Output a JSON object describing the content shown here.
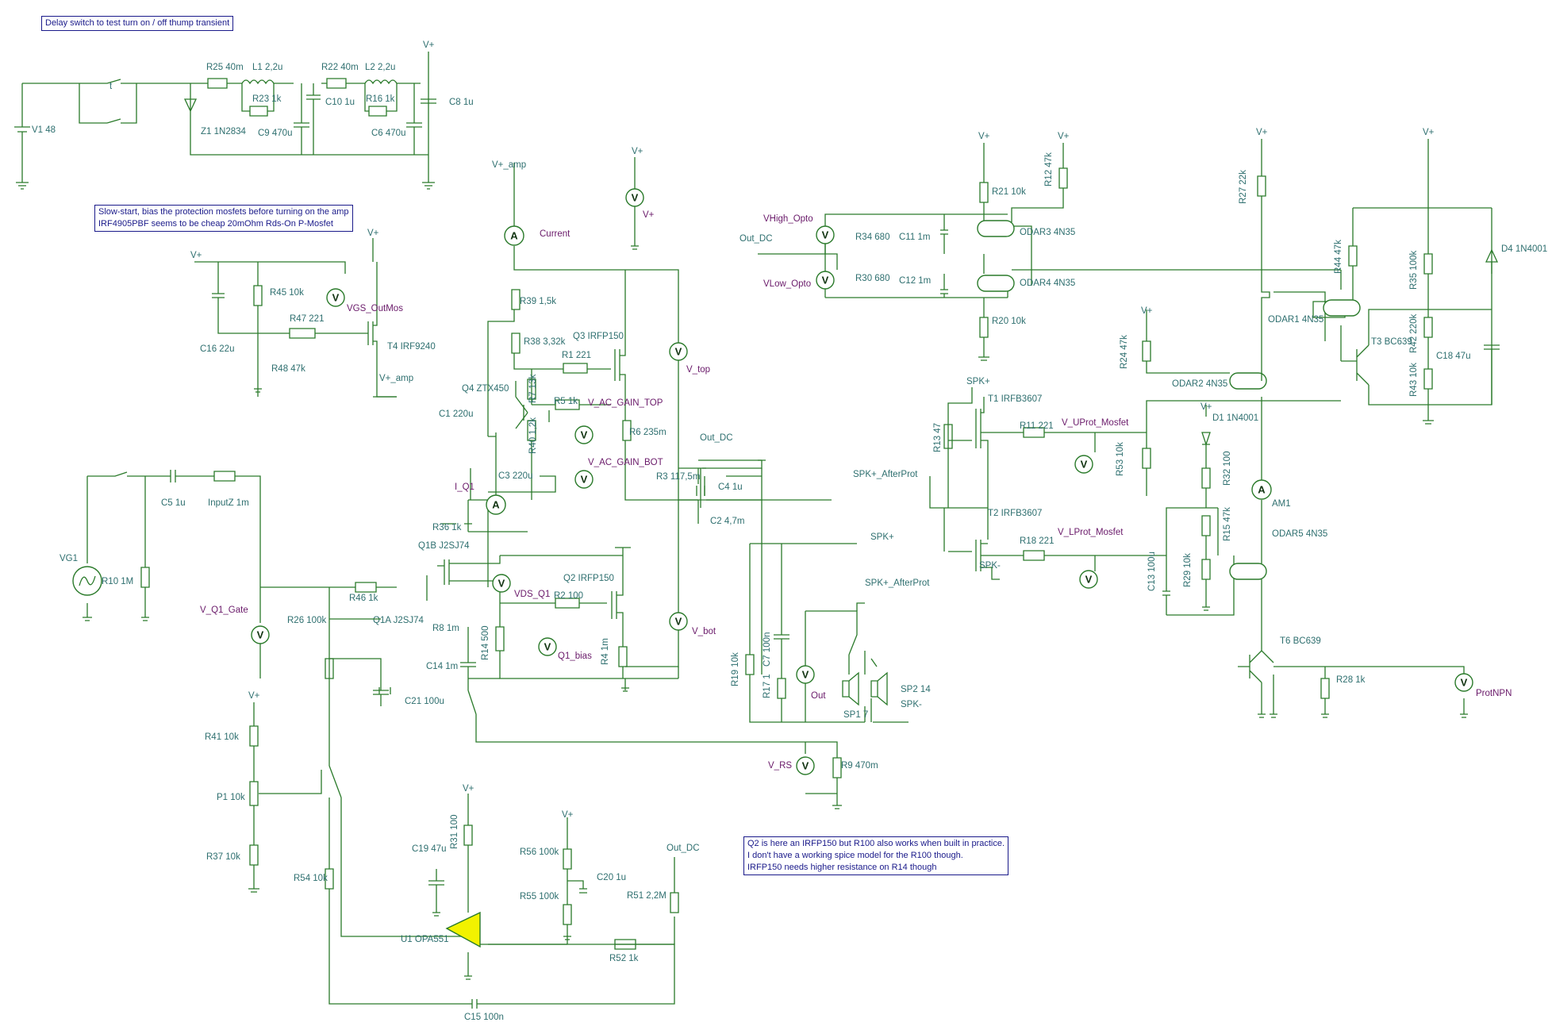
{
  "notes": {
    "delay": "Delay switch to test turn on / off thump transient",
    "slow1": "Slow-start, bias the protection mosfets before turning on the amp",
    "slow2": "IRF4905PBF seems to be cheap 20mOhm Rds-On P-Mosfet",
    "q2a": "Q2 is here an IRFP150 but R100 also works when built in practice.",
    "q2b": "I don't have a working spice model for the R100 though.",
    "q2c": "IRFP150 needs higher resistance on R14 though"
  },
  "labels": {
    "v1": "V1 48",
    "r25": "R25 40m",
    "l1": "L1 2,2u",
    "t": "t",
    "r23": "R23 1k",
    "z1": "Z1 1N2834",
    "c9": "C9 470u",
    "c10": "C10 1u",
    "r22": "R22 40m",
    "l2": "L2 2,2u",
    "r16": "R16 1k",
    "c6": "C6 470u",
    "c8": "C8 1u",
    "vplus1": "V+",
    "vplus2": "V+",
    "vplus3": "V+",
    "vplus4": "V+",
    "vplus5": "V+",
    "vplus6": "V+",
    "vplus7": "V+",
    "vplus8": "V+",
    "vplus9": "V+",
    "vplus10": "V+",
    "vplus11": "V+",
    "vplus12": "V+",
    "vplus13": "V+",
    "vplus_amp": "V+_amp",
    "vplus_amp2": "V+_amp",
    "r45": "R45 10k",
    "r47": "R47 221",
    "c16": "C16 22u",
    "r48": "R48 47k",
    "t4": "T4 IRF9240",
    "r39": "R39 1,5k",
    "r38": "R38 3,32k",
    "q3": "Q3 IRFP150",
    "r1": "R1 221",
    "q4": "Q4 ZTX450",
    "r7": "R7 13k",
    "r5": "R5 1k",
    "c1": "C1 220u",
    "r40": "R40 1,2k",
    "r6": "R6 235m",
    "c3": "C3 220u",
    "r3": "R3 117,5m",
    "out_dc": "Out_DC",
    "c4": "C4 1u",
    "c2": "C2 4,7m",
    "r36": "R36 1k",
    "q1b": "Q1B J2SJ74",
    "q2": "Q2 IRFP150",
    "r2": "R2 100",
    "q1a": "Q1A J2SJ74",
    "r46": "R46 1k",
    "r8": "R8 1m",
    "r14": "R14 500",
    "c14": "C14 1m",
    "r4": "R4 1m",
    "c5": "C5 1u",
    "inputz": "InputZ 1m",
    "vg1": "VG1",
    "r10": "R10 1M",
    "r26": "R26 100k",
    "c21": "C21 100u",
    "r41": "R41 10k",
    "p1": "P1 10k",
    "r37": "R37 10k",
    "r54": "R54 10k",
    "r31": "R31 100",
    "c19": "C19 47u",
    "r56": "R56 100k",
    "c20": "C20 1u",
    "r55": "R55 100k",
    "u1": "U1 OPA551",
    "r52": "R52 1k",
    "r51": "R51 2,2M",
    "out_dc2": "Out_DC",
    "c15": "C15 100n",
    "spk_plus": "SPK+",
    "spk_after": "SPK+_AfterProt",
    "r19": "R19 10k",
    "c7": "C7 100n",
    "r17": "R17 1",
    "sp1": "SP1 7",
    "sp2": "SP2 14",
    "spk_minus": "SPK-",
    "r9": "R9 470m",
    "out_dc3": "Out_DC",
    "r34": "R34 680",
    "c11": "C11 1m",
    "r21": "R21 10k",
    "r12": "R12 47k",
    "odar3": "ODAR3 4N35",
    "odar4": "ODAR4 4N35",
    "r30": "R30 680",
    "c12": "C12 1m",
    "r20": "R20 10k",
    "spk_plus2": "SPK+",
    "t1": "T1 IRFB3607",
    "r13": "R13 47",
    "r11": "R11 221",
    "r53": "R53 10k",
    "spk_after2": "SPK+_AfterProt",
    "t2": "T2 IRFB3607",
    "r18": "R18 221",
    "spk_minus2": "SPK-",
    "r24": "R24 47k",
    "odar2": "ODAR2 4N35",
    "d1": "D1 1N4001",
    "r32": "R32 100",
    "r15": "R15 47k",
    "c13": "C13 100u",
    "r29": "R29 10k",
    "r27": "R27 22k",
    "odar1": "ODAR1 4N35",
    "am1": "AM1",
    "odar5": "ODAR5 4N35",
    "t6": "T6 BC639",
    "r28": "R28 1k",
    "r44": "R44 47k",
    "t3": "T3 BC639",
    "r35": "R35 100k",
    "r42": "R42 220k",
    "r43": "R43 10k",
    "c18": "C18 47u",
    "d4": "D4 1N4001"
  },
  "probes": {
    "current": "Current",
    "vgs_outmos": "VGS_OutMos",
    "v_top": "V_top",
    "v_ac_gain_top": "V_AC_GAIN_TOP",
    "v_ac_gain_bot": "V_AC_GAIN_BOT",
    "i_q1": "I_Q1",
    "vds_q1": "VDS_Q1",
    "q1_bias": "Q1_bias",
    "v_bot": "V_bot",
    "v_q1_gate": "V_Q1_Gate",
    "out": "Out",
    "v_rs": "V_RS",
    "vhigh_opto": "VHigh_Opto",
    "vlow_opto": "VLow_Opto",
    "v_uprot": "V_UProt_Mosfet",
    "v_lprot": "V_LProt_Mosfet",
    "protnpn": "ProtNPN",
    "vplus_meter": "V+"
  },
  "meter_glyphs": {
    "voltmeter": "V",
    "ammeter": "A"
  },
  "colors": {
    "wire": "#2a7a2a",
    "label": "#2e6f6f",
    "probe": "#6a1a6a",
    "note": "#1a1a8a",
    "opamp": "#f2f200"
  }
}
